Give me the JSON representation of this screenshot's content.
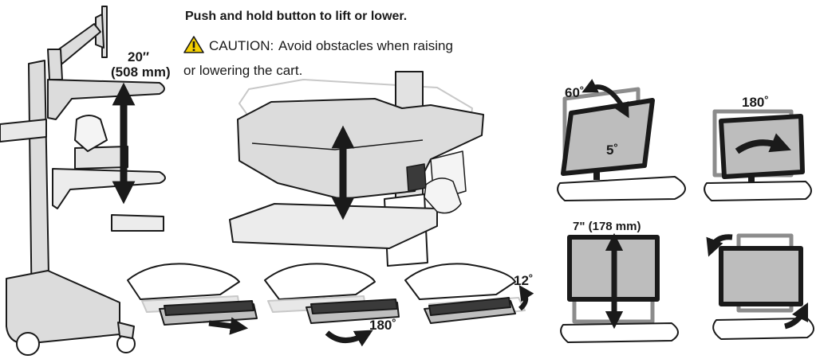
{
  "instructions": {
    "headline": "Push and hold button to lift or lower.",
    "caution_word": "CAUTION:",
    "caution_text": "Avoid obstacles when raising or lowering the cart."
  },
  "cart_height": {
    "inches": "20″",
    "mm": "(508 mm)"
  },
  "keyboard": {
    "rotate_label": "180˚",
    "tilt_label": "12˚"
  },
  "monitor": {
    "tilt_up_label": "60˚",
    "tilt_down_label": "5˚",
    "swivel_label": "180˚",
    "height_label": "7\" (178 mm)"
  },
  "colors": {
    "line": "#1a1a1a",
    "fill": "#dcdcdc",
    "ghost": "#bdbdbd",
    "ghost_frame": "#8c8c8c",
    "warning": "#f5d000"
  }
}
